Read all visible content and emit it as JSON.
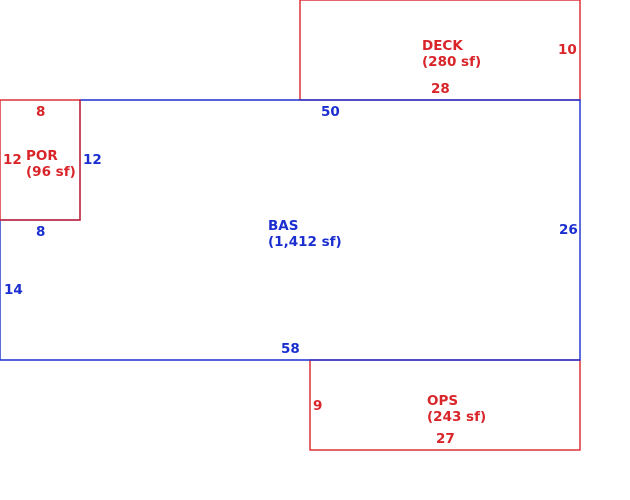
{
  "colors": {
    "red": "#d9242a",
    "blue": "#1b2ecf"
  },
  "areas": {
    "deck": {
      "name": "DECK",
      "area": "(280 sf)",
      "dims": {
        "right": "10",
        "bottom": "28"
      }
    },
    "por": {
      "name": "POR",
      "area": "(96 sf)",
      "dims": {
        "top": "8",
        "left": "12"
      }
    },
    "bas": {
      "name": "BAS",
      "area": "(1,412 sf)",
      "dims": {
        "top": "50",
        "right": "26",
        "bottom": "58",
        "left": "14",
        "notch_right": "12",
        "notch_bottom": "8"
      }
    },
    "ops": {
      "name": "OPS",
      "area": "(243 sf)",
      "dims": {
        "left": "9",
        "bottom": "27"
      }
    }
  }
}
